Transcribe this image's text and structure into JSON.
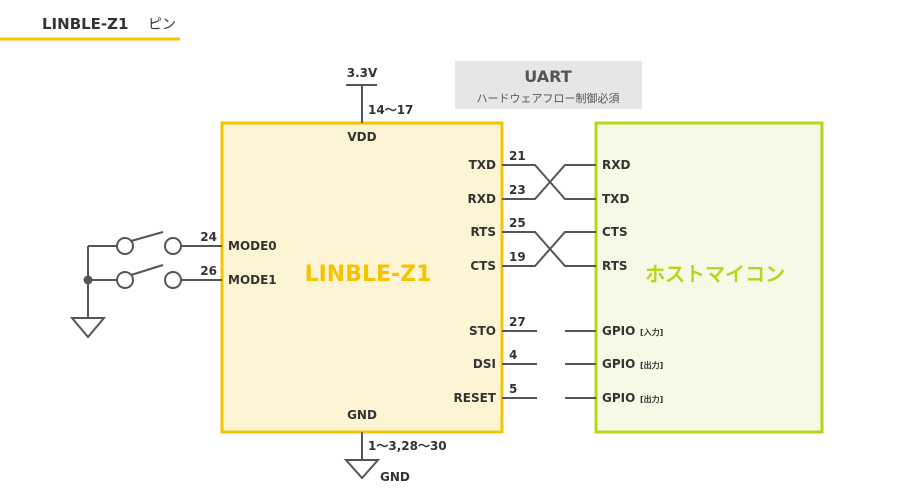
{
  "header": {
    "title": "LINBLE-Z1",
    "subtitle": "ピン",
    "underline_color": "#f5c400"
  },
  "power": {
    "top_label": "3.3V",
    "vdd_pins": "14〜17",
    "vdd_label": "VDD",
    "gnd_label": "GND",
    "gnd_pins": "1〜3,28〜30",
    "gnd_bottom_label": "GND"
  },
  "uart_box": {
    "title": "UART",
    "note": "ハードウェアフロー制御必須",
    "background": "#e6e6e6"
  },
  "module": {
    "name": "LINBLE-Z1",
    "border_color": "#f5c400",
    "fill_color": "#fdf4d4",
    "name_color": "#f5c400"
  },
  "host": {
    "name": "ホストマイコン",
    "border_color": "#b8d41b",
    "fill_color": "#f6f9e6",
    "name_color": "#b8d41b"
  },
  "left_pins": [
    {
      "number": "24",
      "label": "MODE0"
    },
    {
      "number": "26",
      "label": "MODE1"
    }
  ],
  "right_pins": [
    {
      "label": "TXD",
      "number": "21"
    },
    {
      "label": "RXD",
      "number": "23"
    },
    {
      "label": "RTS",
      "number": "25"
    },
    {
      "label": "CTS",
      "number": "19"
    },
    {
      "label": "STO",
      "number": "27"
    },
    {
      "label": "DSI",
      "number": "4"
    },
    {
      "label": "RESET",
      "number": "5"
    }
  ],
  "host_pins": [
    {
      "label": "RXD",
      "tag": ""
    },
    {
      "label": "TXD",
      "tag": ""
    },
    {
      "label": "CTS",
      "tag": ""
    },
    {
      "label": "RTS",
      "tag": ""
    },
    {
      "label": "GPIO",
      "tag": "[入力]"
    },
    {
      "label": "GPIO",
      "tag": "[出力]"
    },
    {
      "label": "GPIO",
      "tag": "[出力]"
    }
  ]
}
